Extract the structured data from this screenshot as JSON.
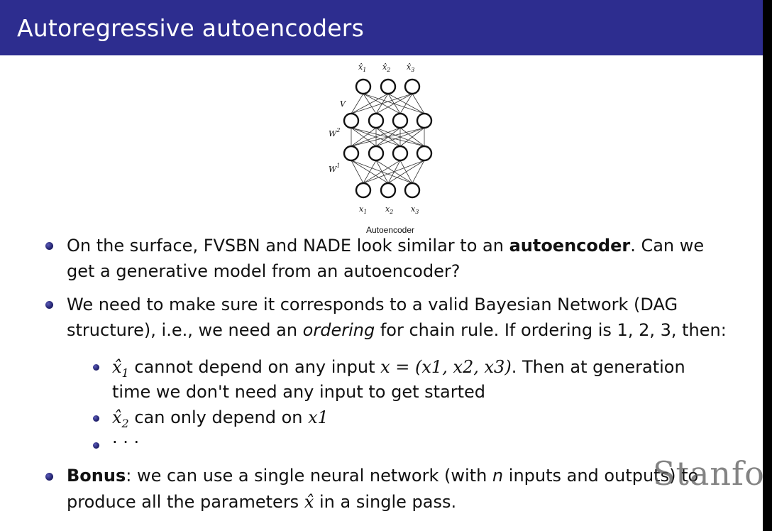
{
  "slide": {
    "title": "Autoregressive autoencoders",
    "diagram": {
      "output_labels": [
        "x̂1",
        "x̂2",
        "x̂3"
      ],
      "layer_labels": [
        "V",
        "W2",
        "W1"
      ],
      "input_labels": [
        "x1",
        "x2",
        "x3"
      ],
      "caption": "Autoencoder"
    },
    "bullets": {
      "b1_part1": "On the surface, FVSBN and NADE look similar to an ",
      "b1_bold": "autoencoder",
      "b1_part2": ". Can we",
      "b1_line2": "get a generative model from an autoencoder?",
      "b2_line1": "We need to make sure it corresponds to a valid Bayesian Network (DAG",
      "b2_line2_a": "structure), i.e., we need an ",
      "b2_line2_italic": "ordering",
      "b2_line2_b": " for chain rule. If ordering is 1, 2, 3, then:",
      "s1_a": " cannot depend on any input ",
      "s1_eq": "x = (x1, x2, x3)",
      "s1_b": ". Then at generation",
      "s1_line2": "time we don't need any input to get started",
      "s2_a": " can only depend on ",
      "s2_var": "x1",
      "s3": "· · ·",
      "b3_bold": "Bonus",
      "b3_a": ": we can use a single neural network (with ",
      "b3_n": "n",
      "b3_b": " inputs and outputs) to",
      "b3_line2_a": "produce all the parameters ",
      "b3_line2_var": "x̂",
      "b3_line2_b": " in a single pass."
    },
    "watermark": "Stanfor"
  },
  "colors": {
    "header": "#2d2d8f",
    "bullet": "#23236f",
    "text": "#111111"
  }
}
